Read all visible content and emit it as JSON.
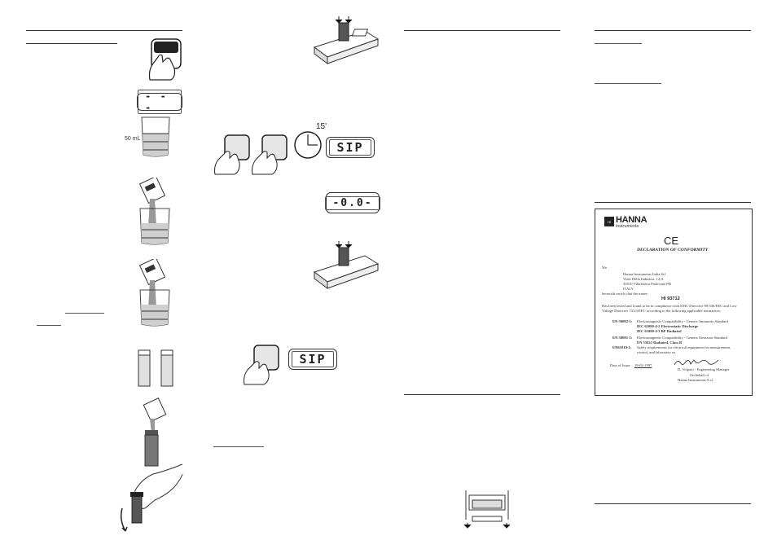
{
  "panel1": {
    "label_50ml": "50 mL",
    "display_dashes": "- - -"
  },
  "panel2": {
    "timer_label": "15'",
    "display_sip_1": "SIP",
    "display_zero": "-0.0-",
    "display_sip_2": "SIP"
  },
  "certificate": {
    "logo_mark": "HI",
    "logo_text": "HANNA",
    "logo_sub": "instruments",
    "ce_mark": "CE",
    "title": "DECLARATION OF CONFORMITY",
    "we": "We",
    "address": [
      "Hanna Instruments Italia Srl",
      "Viale Della Industria, 12/A",
      "35010 Villafranca Padovana  PD",
      "ITALY"
    ],
    "certify": "herewith certify that the  meter:",
    "model": "HI 93712",
    "tested": "Has been tested and found to be in compliance with EMC Directive 89/336/EEC and Low Voltage Directive 73/23/EEC according to the following applicable normatives:",
    "norms": [
      {
        "code": "EN 50082-1:",
        "text": "Electromagnetic Compatibility - Generic Immunity Standard"
      },
      {
        "code": "",
        "text": "IEC 61000-4-2  Electrostatic Discharge"
      },
      {
        "code": "",
        "text": "IEC 61000-4-3  RF Radiated"
      },
      {
        "code": "EN 50081-1:",
        "text": "Electromagnetic Compatibility - Generic Emission Standard"
      },
      {
        "code": "",
        "text": "EN 55022  Radiated, Class B"
      },
      {
        "code": "EN61010-1:",
        "text": "Safety requirements for electrical equipment for measurement,"
      },
      {
        "code": "",
        "text": "control, and laboratory us"
      }
    ],
    "date_label": "Date of Issue:",
    "date_value": "19-02-1997",
    "signer": "D. Volpato - Engineering Manager",
    "on_behalf": "On behalf of",
    "company": "Hanna Instruments S.r.l."
  }
}
